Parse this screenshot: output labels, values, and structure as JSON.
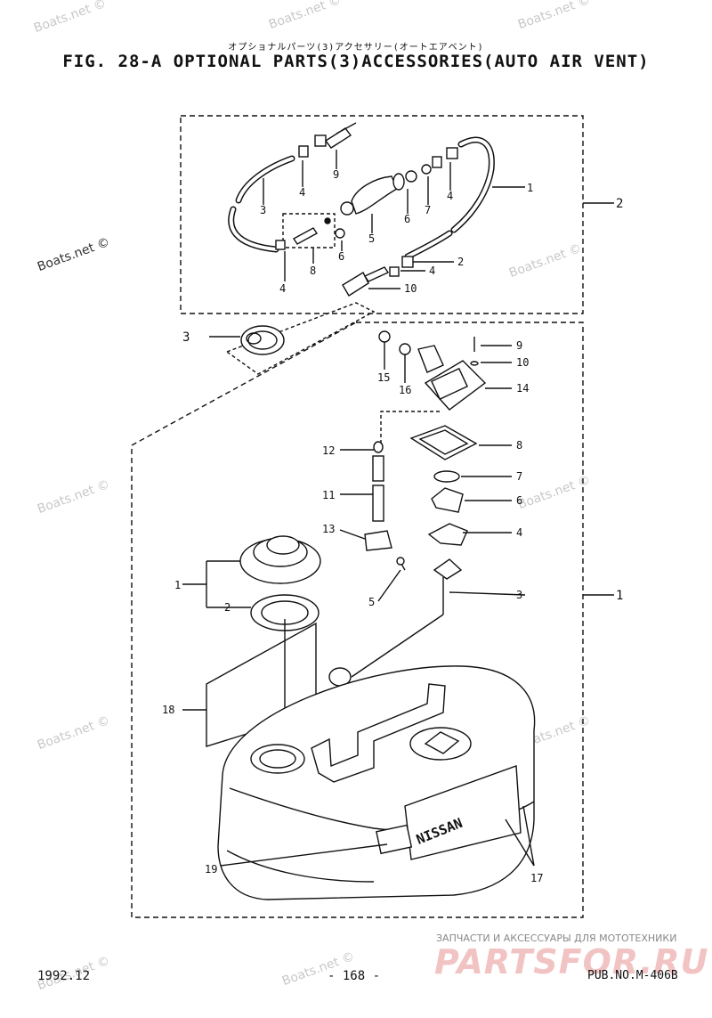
{
  "header": {
    "title_jp": "オプショナルパーツ(3)アクセサリー(オートエアベント)",
    "title_en": "FIG. 28-A OPTIONAL PARTS(3)ACCESSORIES(AUTO AIR VENT)"
  },
  "watermarks": {
    "text": "Boats.net ©",
    "main": "Boats.net ©"
  },
  "upper_box": {
    "group_label": "2",
    "callouts": {
      "c1": "1",
      "c2": "2",
      "c3": "3",
      "c4a": "4",
      "c4b": "4",
      "c4c": "4",
      "c4d": "4",
      "c5": "5",
      "c6a": "6",
      "c6b": "6",
      "c7": "7",
      "c8": "8",
      "c9": "9",
      "c10": "10"
    }
  },
  "lower_box": {
    "group_label": "1",
    "callouts": {
      "c1": "1",
      "c2": "2",
      "c3_left": "3",
      "c3_right": "3",
      "c4": "4",
      "c5": "5",
      "c6": "6",
      "c7": "7",
      "c8": "8",
      "c9": "9",
      "c10": "10",
      "c11": "11",
      "c12": "12",
      "c13": "13",
      "c14": "14",
      "c15": "15",
      "c16": "16",
      "c17": "17",
      "c18": "18",
      "c19": "19"
    },
    "tank_logo": "NISSAN"
  },
  "footer": {
    "date": "1992.12",
    "page": "- 168 -",
    "pub": "PUB.NO.M-406B",
    "brand_tagline": "ЗАПЧАСТИ И АКСЕССУАРЫ ДЛЯ МОТОТЕХНИКИ",
    "brand_logo": "PARTSFOR.RU"
  },
  "colors": {
    "ink": "#111111",
    "watermark": "#c8c8c8",
    "brand_logo": "#f2c3c3"
  }
}
